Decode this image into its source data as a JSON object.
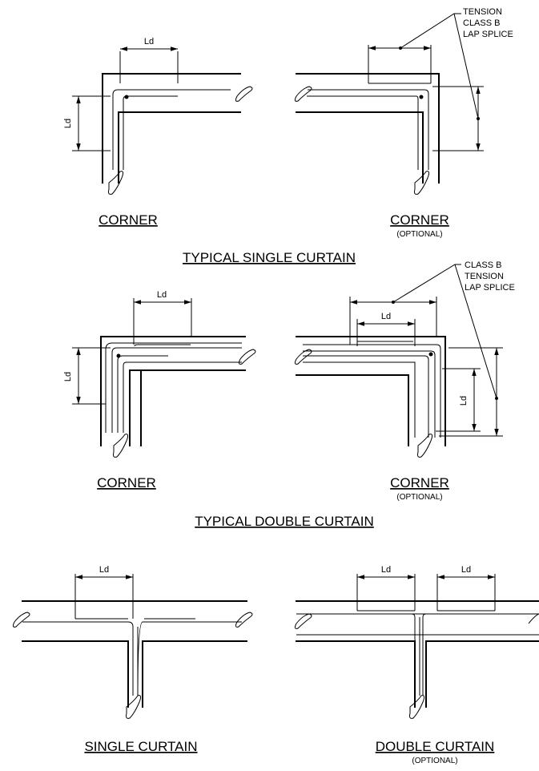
{
  "colors": {
    "ink": "#000000",
    "paper": "#ffffff"
  },
  "dimension_label": "Ld",
  "notes": {
    "tension_class_b_lap_splice": [
      "TENSION",
      "CLASS B",
      "LAP SPLICE"
    ],
    "class_b_tension_lap_splice": [
      "CLASS B",
      "TENSION",
      "LAP SPLICE"
    ]
  },
  "sections": {
    "single_curtain": {
      "title": "TYPICAL SINGLE CURTAIN",
      "left_caption": "CORNER",
      "right_caption": "CORNER",
      "right_subcaption": "(OPTIONAL)"
    },
    "double_curtain": {
      "title": "TYPICAL DOUBLE CURTAIN",
      "left_caption": "CORNER",
      "right_caption": "CORNER",
      "right_subcaption": "(OPTIONAL)"
    },
    "tee": {
      "left_caption": "SINGLE CURTAIN",
      "right_caption": "DOUBLE CURTAIN",
      "right_subcaption": "(OPTIONAL)"
    }
  }
}
